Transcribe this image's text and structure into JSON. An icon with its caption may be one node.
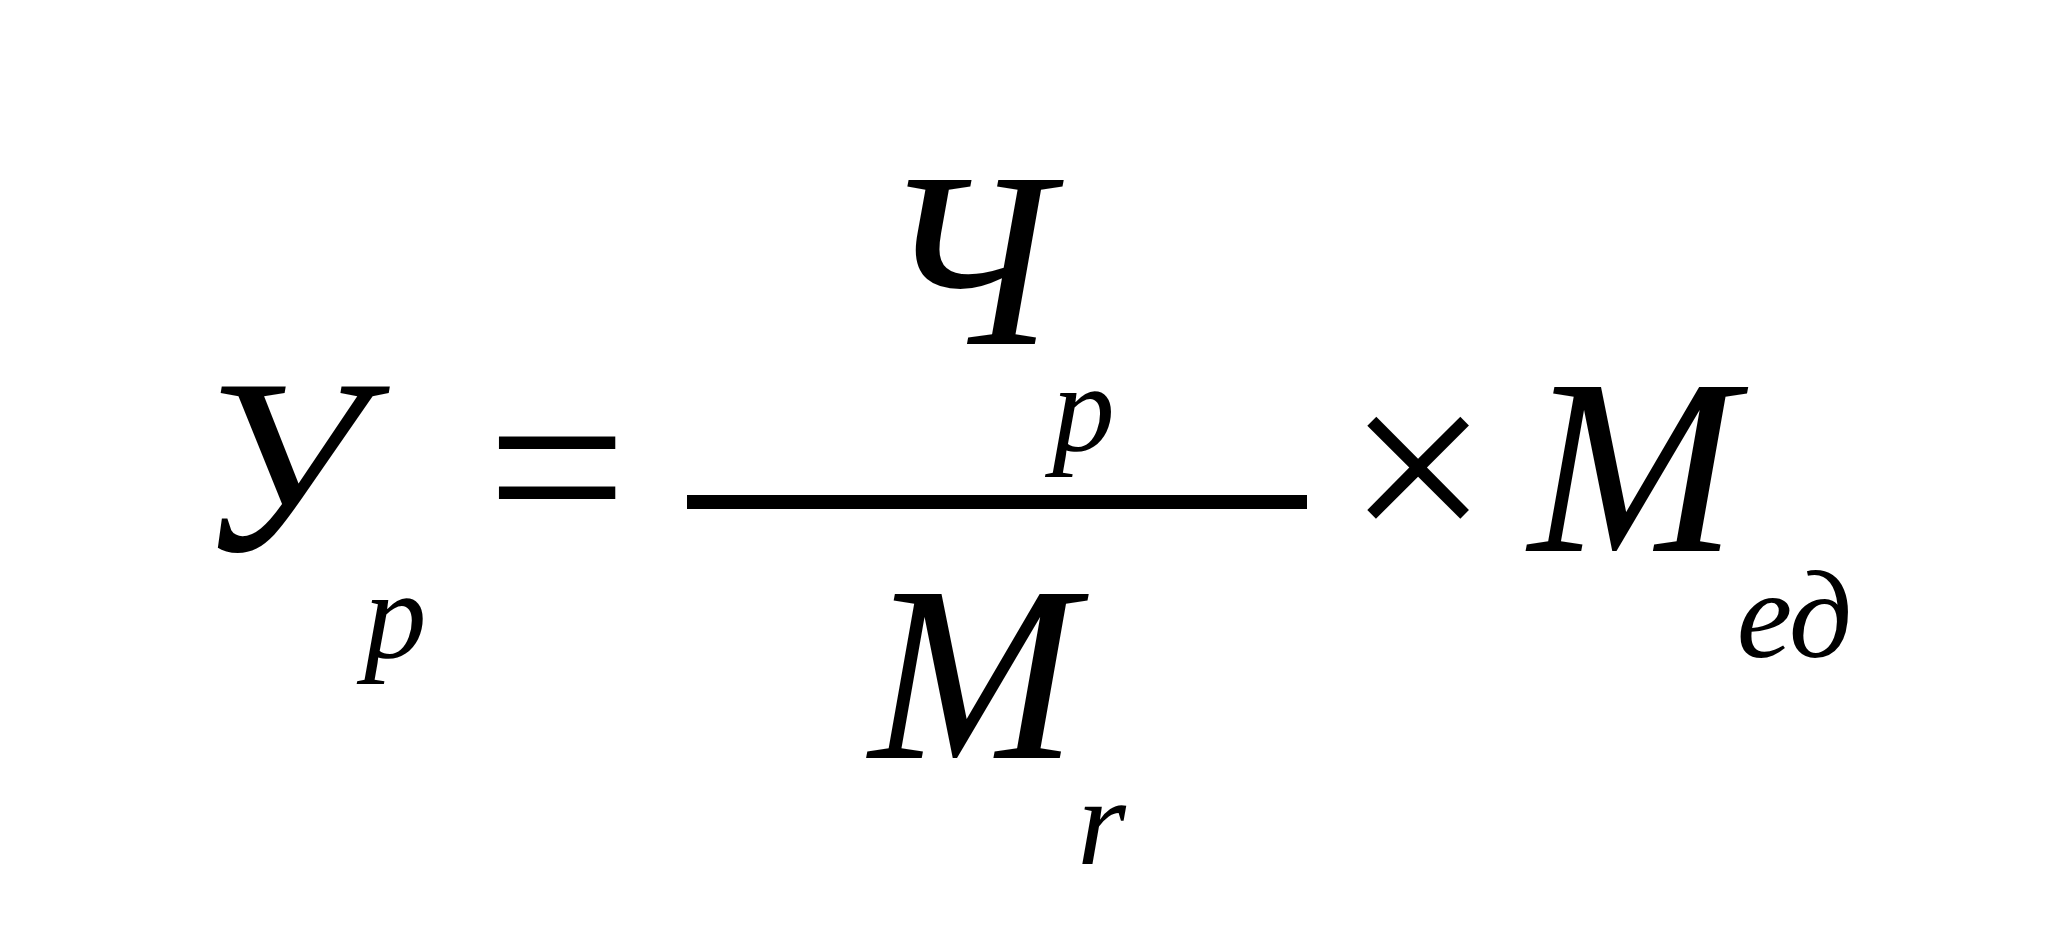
{
  "diagram": {
    "labels": [
      "У$_{р}$",
      "=",
      "Ч$_{р}$",
      "M$_{r}$",
      "×",
      "M$_{ед}$"
    ]
  }
}
